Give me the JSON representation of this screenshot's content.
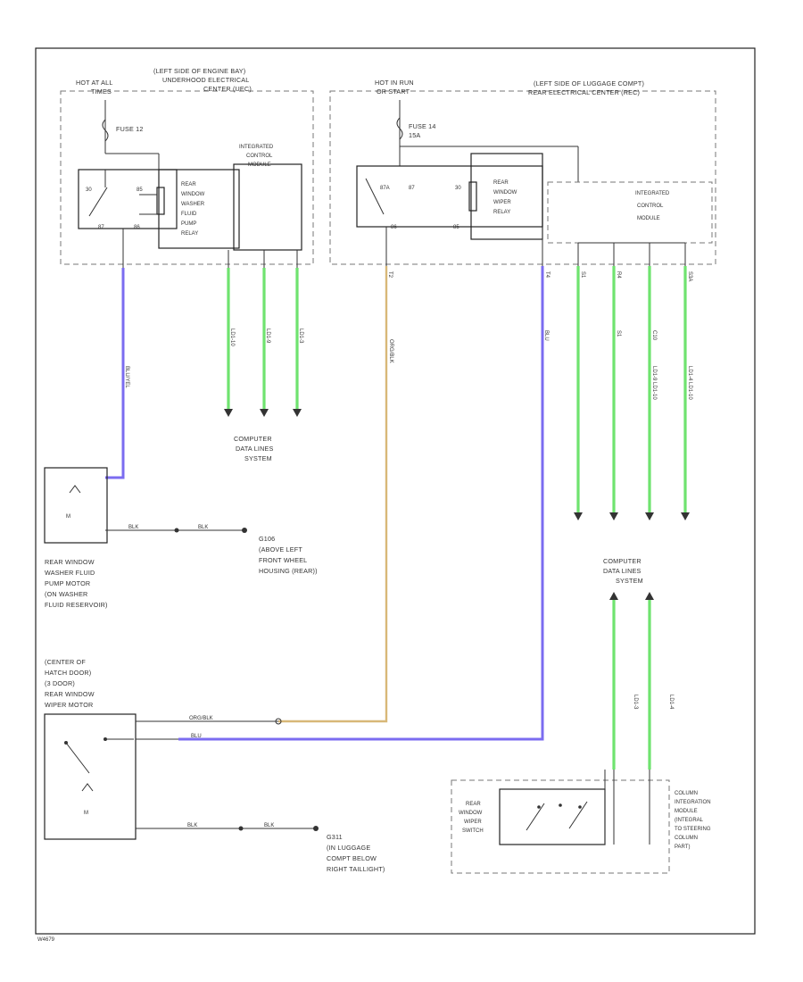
{
  "frame": {
    "footer_code": "W4679"
  },
  "top_left_block": {
    "power_label_1": "HOT AT ALL",
    "power_label_2": "TIMES",
    "location_label_1": "(LEFT SIDE OF ENGINE BAY)",
    "location_label_2": "UNDERHOOD ELECTRICAL",
    "location_label_3": "CENTER (UEC)",
    "fuse_label": "FUSE 12",
    "relay_label_1": "REAR",
    "relay_label_2": "WINDOW",
    "relay_label_3": "WASHER",
    "relay_label_4": "FLUID",
    "relay_label_5": "PUMP",
    "relay_label_6": "RELAY",
    "module_label_1": "INTEGRATED",
    "module_label_2": "CONTROL",
    "module_label_3": "MODULE",
    "pin_30": "30",
    "pin_85": "85",
    "pin_87": "87",
    "pin_86": "86",
    "wire_down": "BLU/YEL",
    "lines": [
      "LD1-10",
      "LD1-9",
      "LD1-3"
    ]
  },
  "top_right_block": {
    "power_label_1": "HOT IN RUN",
    "power_label_2": "OR START",
    "location_label_1": "(LEFT SIDE OF LUGGAGE COMPT)",
    "location_label_2": "REAR ELECTRICAL CENTER (REC)",
    "fuse_label_1": "FUSE 14",
    "fuse_label_2": "15A",
    "relay_label_1": "REAR",
    "relay_label_2": "WINDOW",
    "relay_label_3": "WIPER",
    "relay_label_4": "RELAY",
    "module_label_1": "INTEGRATED",
    "module_label_2": "CONTROL",
    "module_label_3": "MODULE",
    "pin_87a": "87A",
    "pin_87": "87",
    "pin_30": "30",
    "pin_86": "86",
    "pin_85": "85",
    "pin_t2": "T2",
    "pin_t4": "T4",
    "pin_s1": "S1",
    "pin_r4": "R4",
    "pin_s3a": "S3A",
    "wire_tan": "ORG/BLK",
    "wire_blue": "BLU",
    "lines": [
      "S1",
      "C10",
      "LD1-9 LD1-10",
      "LD1-4 LD1-10"
    ]
  },
  "computer_data_left": {
    "line_1": "COMPUTER",
    "line_2": "DATA LINES",
    "line_3": "SYSTEM"
  },
  "computer_data_right": {
    "line_1": "COMPUTER",
    "line_2": "DATA LINES",
    "line_3": "SYSTEM"
  },
  "washer_pump": {
    "label_1": "REAR WINDOW",
    "label_2": "WASHER FLUID",
    "label_3": "PUMP MOTOR",
    "label_4": "(ON WASHER",
    "label_5": "FLUID RESERVOIR)",
    "wire_1": "BLK",
    "wire_2": "BLK",
    "ground_1": "G106",
    "ground_2": "(ABOVE LEFT",
    "ground_3": "FRONT WHEEL",
    "ground_4": "HOUSING (REAR))"
  },
  "wiper_motor": {
    "label_1": "(CENTER OF",
    "label_2": "HATCH DOOR)",
    "label_3": "(3 DOOR)",
    "label_4": "REAR WINDOW",
    "label_5": "WIPER MOTOR",
    "wire_tan": "ORG/BLK",
    "wire_blue": "BLU",
    "wire_gnd_1": "BLK",
    "wire_gnd_2": "BLK",
    "ground_1": "G311",
    "ground_2": "(IN LUGGAGE",
    "ground_3": "COMPT BELOW",
    "ground_4": "RIGHT TAILLIGHT)"
  },
  "column_module": {
    "switch_label_1": "REAR",
    "switch_label_2": "WINDOW",
    "switch_label_3": "WIPER",
    "switch_label_4": "SWITCH",
    "module_label_1": "COLUMN",
    "module_label_2": "INTEGRATION",
    "module_label_3": "MODULE",
    "module_label_4": "(INTEGRAL",
    "module_label_5": "TO STEERING",
    "module_label_6": "COLUMN",
    "module_label_7": "PART)",
    "lines": [
      "LD1-3",
      "LD1-4"
    ]
  }
}
